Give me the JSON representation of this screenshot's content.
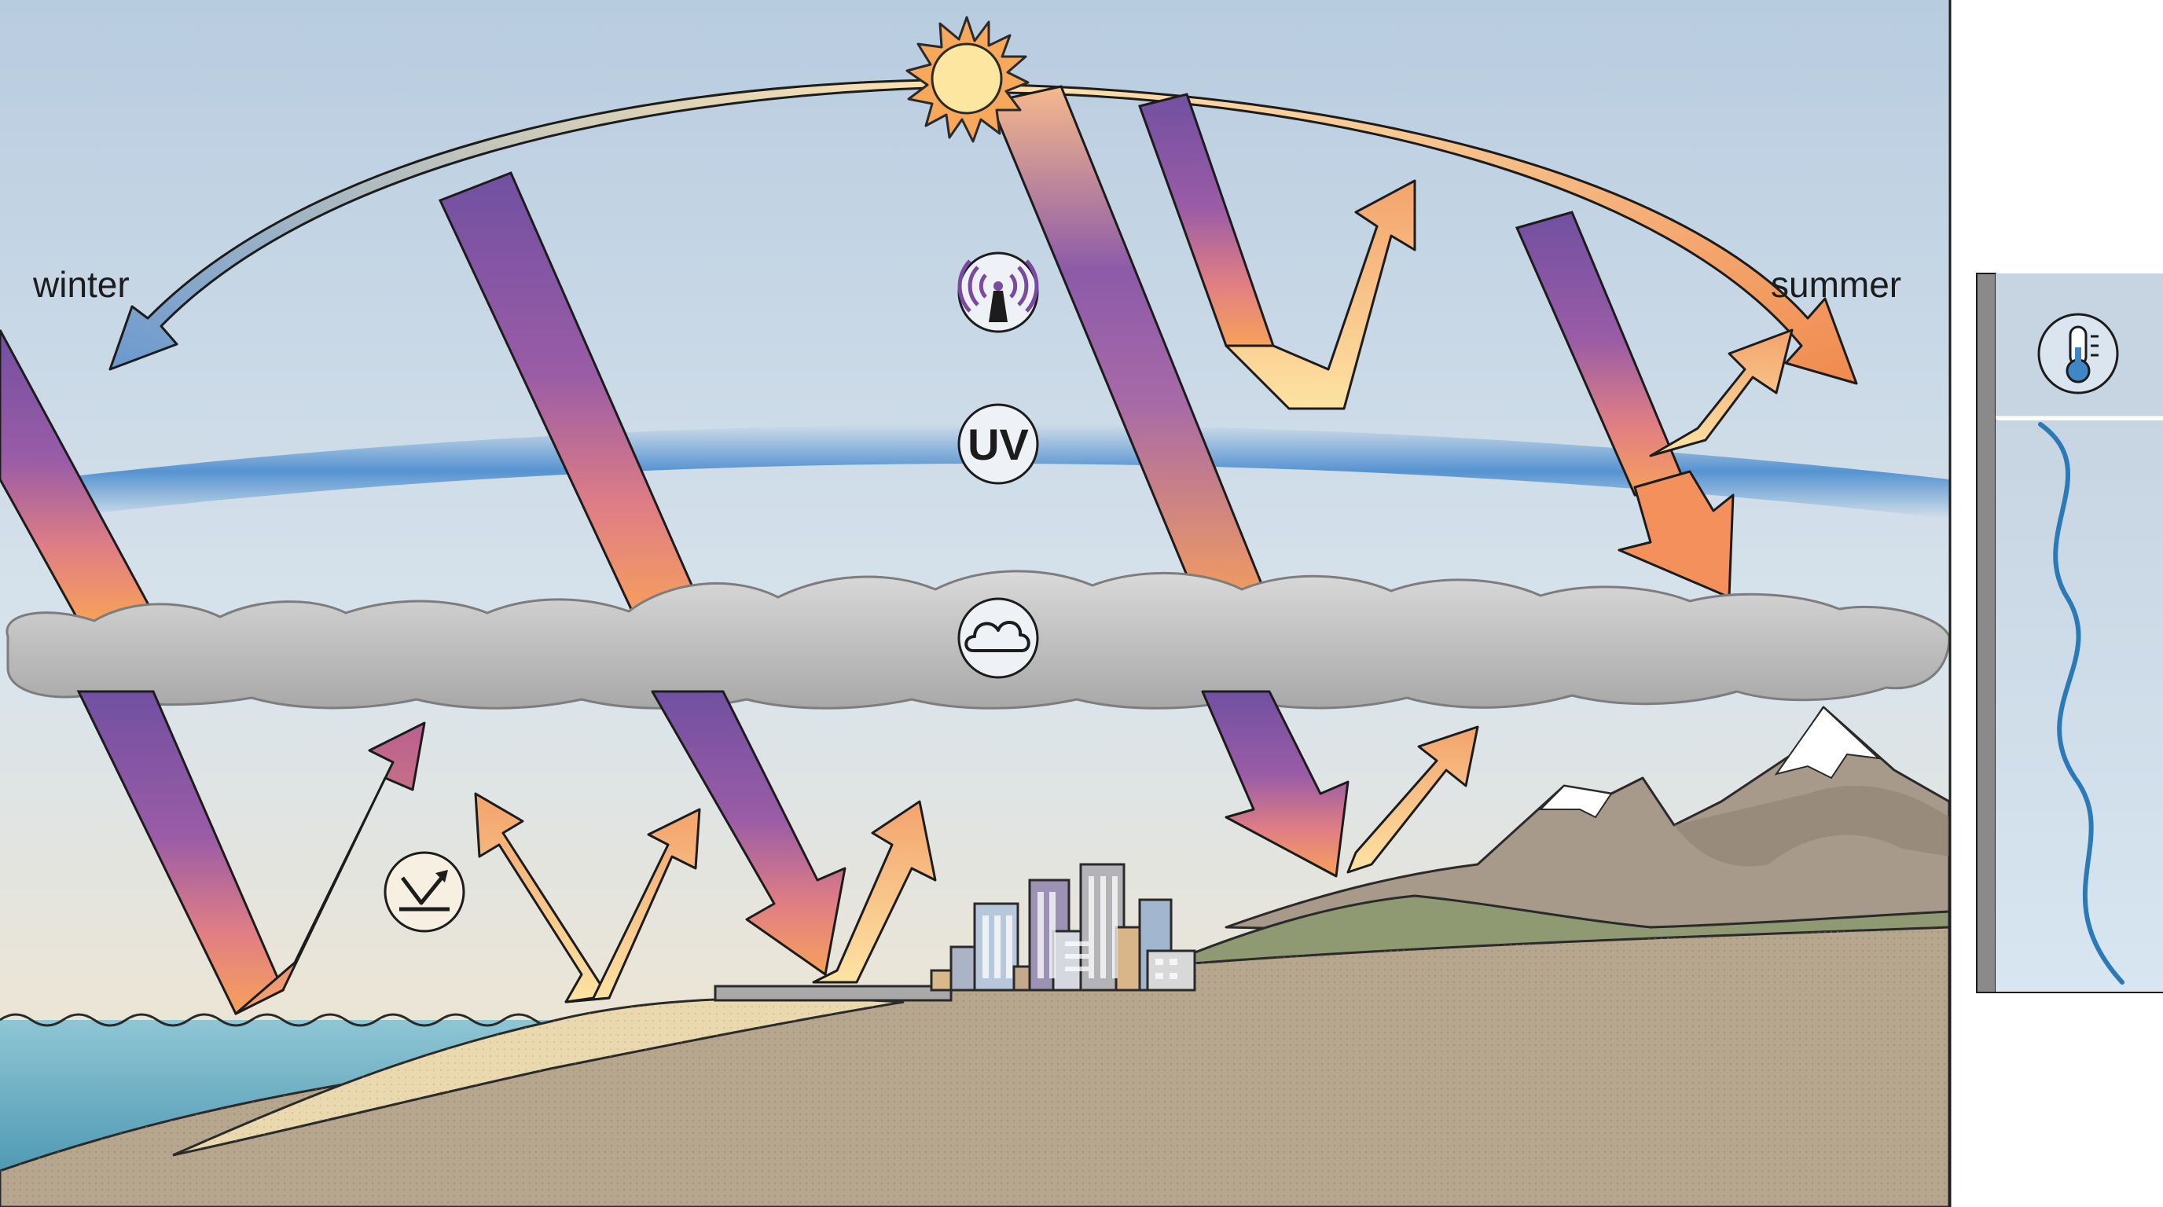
{
  "labels": {
    "winter": "winter",
    "summer": "summer",
    "uv": "UV"
  },
  "icons": {
    "sun": "sun-icon",
    "radio_wave": "radio-antenna-icon",
    "uv": "uv-icon",
    "cloud": "cloud-icon",
    "reflection": "reflection-icon",
    "thermometer": "thermometer-icon"
  },
  "colors": {
    "sky_top": "#b9cde0",
    "sky_bottom": "#f3e6cd",
    "ozone_band": "#4f8fd0",
    "cloud": "#c3c3c3",
    "ray_violet": "#7b55a3",
    "ray_orange": "#f39a5a",
    "ray_yellow": "#fde7a6",
    "sea": "#5aa5bd",
    "sand": "#e9d6ac",
    "ground": "#b5a58d",
    "mountain": "#a89a8a",
    "grass": "#8f9a72",
    "profile_line": "#2c79b8"
  }
}
